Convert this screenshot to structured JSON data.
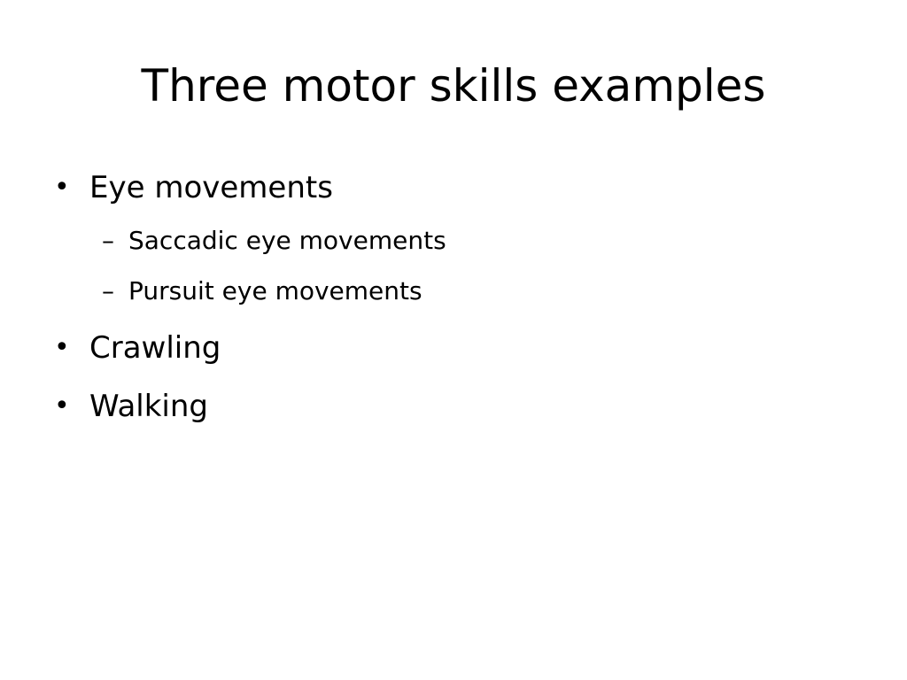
{
  "slide": {
    "title": "Three motor skills examples",
    "items": [
      {
        "marker": "•",
        "text": "Eye movements"
      },
      {
        "marker": "–",
        "text": "Saccadic eye movements"
      },
      {
        "marker": "–",
        "text": "Pursuit eye movements"
      },
      {
        "marker": "•",
        "text": "Crawling"
      },
      {
        "marker": "•",
        "text": "Walking"
      }
    ]
  },
  "colors": {
    "background": "#ffffff",
    "text": "#000000"
  }
}
